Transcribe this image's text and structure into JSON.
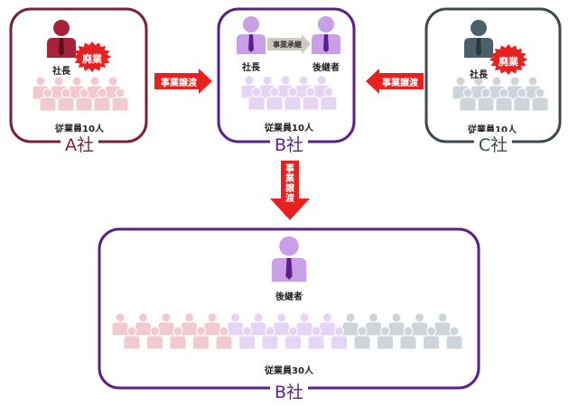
{
  "companies": {
    "a": {
      "name": "A社",
      "president": "社長",
      "closure": "廃業",
      "employees": "従業員10人",
      "color": "#7a1f34"
    },
    "b": {
      "name": "B社",
      "president": "社長",
      "succession": "事業承継",
      "successor": "後継者",
      "employees": "従業員10人",
      "color": "#5b1f8a"
    },
    "c": {
      "name": "C社",
      "president": "社長",
      "closure": "廃業",
      "employees": "従業員10人",
      "color": "#3c4a4f"
    }
  },
  "arrows": {
    "a_to_b": "事業譲渡",
    "c_to_b": "事業譲渡",
    "b_down": "事業譲渡"
  },
  "result": {
    "name": "B社",
    "successor": "後継者",
    "employees": "従業員30人",
    "color": "#5b1f8a"
  },
  "colors": {
    "arrow": "#e8201f",
    "a_person": "#a8223b",
    "a_staff": "#f3c9d0",
    "b_person": "#c9a0e8",
    "b_staff": "#e6d4f4",
    "c_person": "#4b6069",
    "c_staff": "#cdd5da"
  }
}
